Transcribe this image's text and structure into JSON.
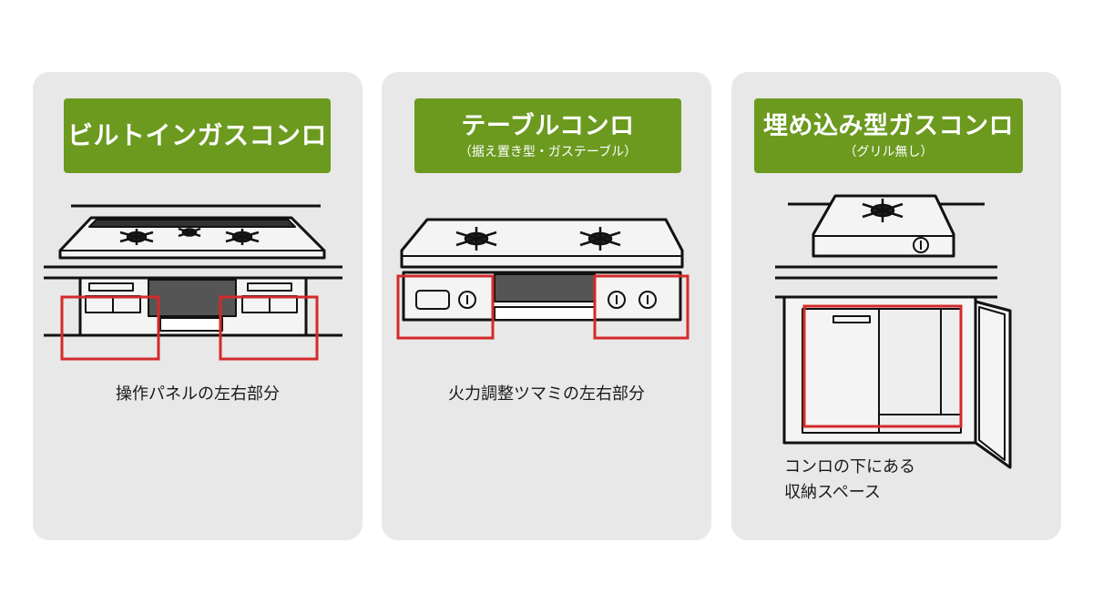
{
  "colors": {
    "card_bg": "#e8e8e8",
    "label_bg": "#6b9a1f",
    "highlight": "#d42a2a"
  },
  "cards": [
    {
      "title": "ビルトインガスコンロ",
      "subtitle": "",
      "caption_lines": [
        "操作パネルの左右部分"
      ]
    },
    {
      "title": "テーブルコンロ",
      "subtitle": "（据え置き型・ガステーブル）",
      "caption_lines": [
        "火力調整ツマミの左右部分"
      ]
    },
    {
      "title": "埋め込み型ガスコンロ",
      "subtitle": "（グリル無し）",
      "caption_lines": [
        "コンロの下にある",
        "収納スペース"
      ]
    }
  ]
}
